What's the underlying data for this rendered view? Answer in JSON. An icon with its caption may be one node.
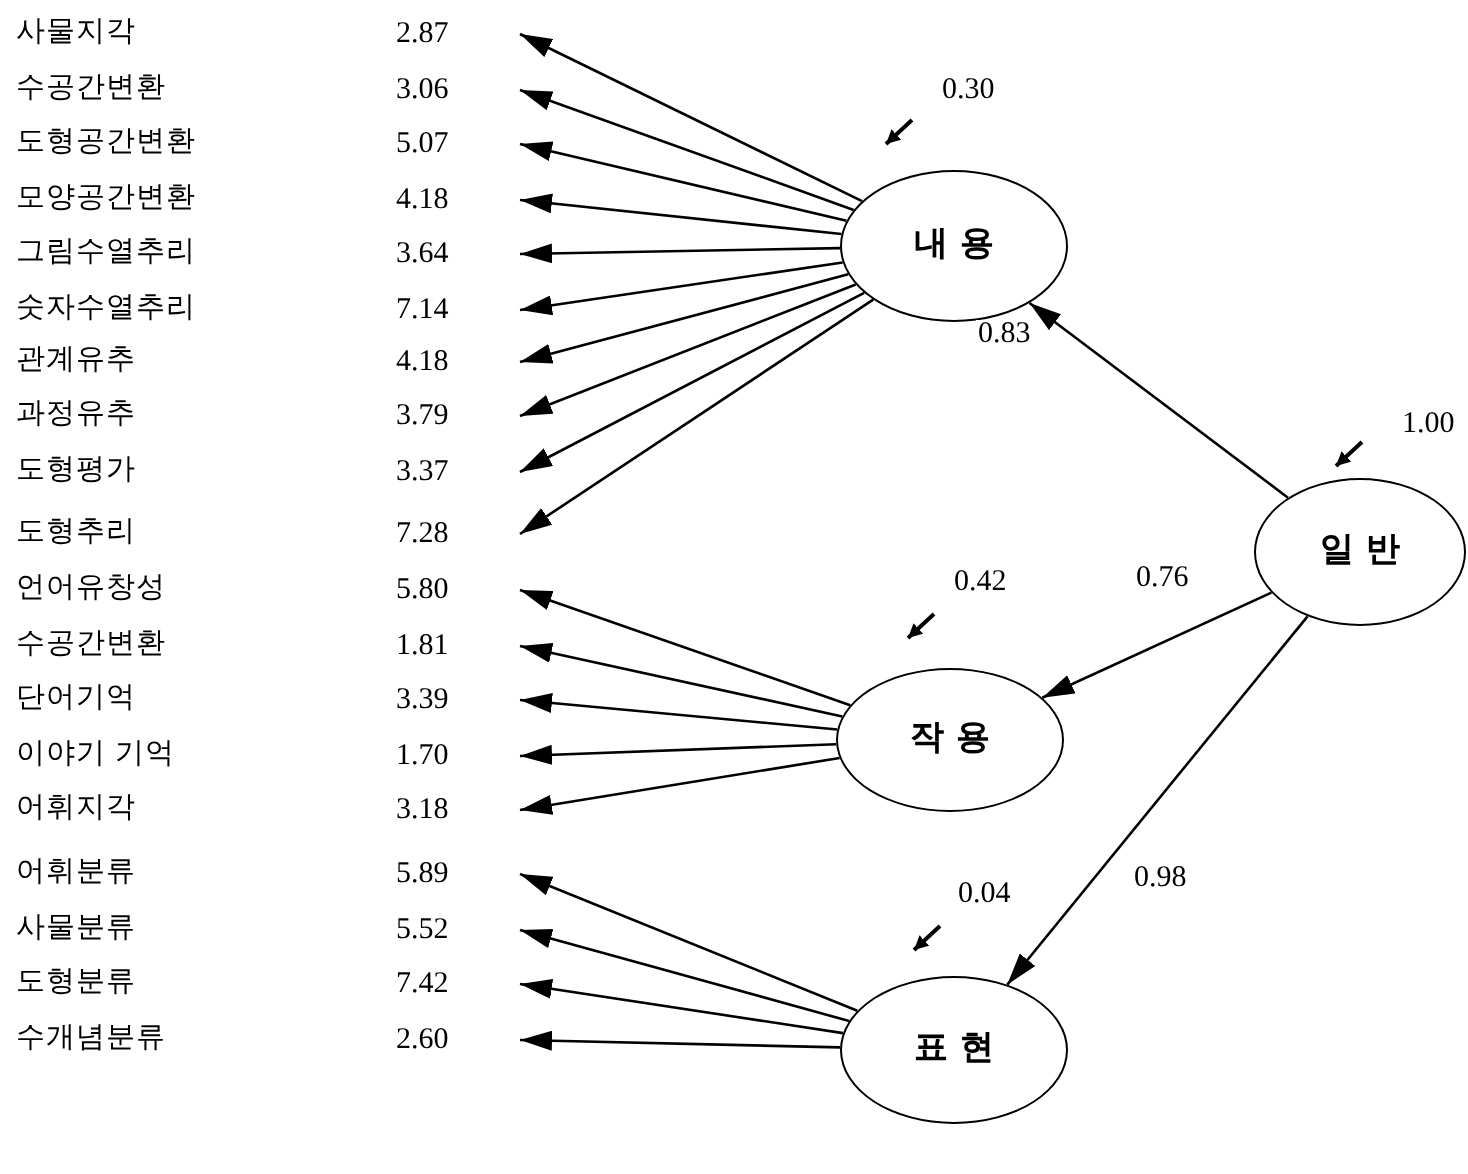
{
  "diagram": {
    "nodes": [
      {
        "text": [
          "사물지각"
        ],
        "beside": [
          "2.87"
        ]
      },
      {
        "text": [
          "수공간변환"
        ],
        "beside": [
          "3.06"
        ]
      },
      {
        "text": [
          "도형공간변환"
        ],
        "beside": [
          "5.07"
        ]
      },
      {
        "text": [
          "모양공간변환"
        ],
        "beside": [
          "4.18"
        ]
      },
      {
        "text": [
          "그림수열추리"
        ],
        "beside": [
          "3.64"
        ]
      },
      {
        "text": [
          "숫자수열추리"
        ],
        "beside": [
          "7.14"
        ]
      },
      {
        "text": [
          "관계유추"
        ],
        "beside": [
          "4.18"
        ]
      },
      {
        "text": [
          "과정유추"
        ],
        "beside": [
          "3.79"
        ]
      },
      {
        "text": [
          "도형평가"
        ],
        "beside": [
          "3.37"
        ]
      },
      {
        "text": [
          "도형추리"
        ],
        "beside": [
          "7.28"
        ]
      },
      {
        "text": [
          "언어유창성"
        ],
        "beside": [
          "5.80"
        ]
      },
      {
        "text": [
          "수공간변환"
        ],
        "beside": [
          "1.81"
        ]
      },
      {
        "text": [
          "단어기억"
        ],
        "beside": [
          "3.39"
        ]
      },
      {
        "text": [
          "이야기 기억"
        ],
        "beside": [
          "1.70"
        ]
      },
      {
        "text": [
          "어휘지각"
        ],
        "beside": [
          "3.18"
        ]
      },
      {
        "text": [
          "어휘분류"
        ],
        "beside": [
          "5.89"
        ]
      },
      {
        "text": [
          "사물분류"
        ],
        "beside": [
          "5.52"
        ]
      },
      {
        "text": [
          "도형분류"
        ],
        "beside": [
          "7.42"
        ]
      },
      {
        "text": [
          "수개념분류"
        ],
        "beside": [
          "2.60"
        ]
      },
      {
        "text": [
          "내 용"
        ]
      },
      {
        "text": [
          "작 용"
        ]
      },
      {
        "text": [
          "표 현"
        ]
      },
      {
        "text": [
          "일 반"
        ]
      }
    ],
    "edges": [
      {
        "from": 19,
        "to": 0,
        "arrow": "to"
      },
      {
        "from": 19,
        "to": 1,
        "arrow": "to"
      },
      {
        "from": 19,
        "to": 2,
        "arrow": "to"
      },
      {
        "from": 19,
        "to": 3,
        "arrow": "to"
      },
      {
        "from": 19,
        "to": 4,
        "arrow": "to"
      },
      {
        "from": 19,
        "to": 5,
        "arrow": "to"
      },
      {
        "from": 19,
        "to": 6,
        "arrow": "to"
      },
      {
        "from": 19,
        "to": 7,
        "arrow": "to"
      },
      {
        "from": 19,
        "to": 8,
        "arrow": "to"
      },
      {
        "from": 19,
        "to": 9,
        "arrow": "to"
      },
      {
        "from": 20,
        "to": 10,
        "arrow": "to"
      },
      {
        "from": 20,
        "to": 11,
        "arrow": "to"
      },
      {
        "from": 20,
        "to": 12,
        "arrow": "to"
      },
      {
        "from": 20,
        "to": 13,
        "arrow": "to"
      },
      {
        "from": 20,
        "to": 14,
        "arrow": "to"
      },
      {
        "from": 21,
        "to": 15,
        "arrow": "to"
      },
      {
        "from": 21,
        "to": 16,
        "arrow": "to"
      },
      {
        "from": 21,
        "to": 17,
        "arrow": "to"
      },
      {
        "from": 21,
        "to": 18,
        "arrow": "to"
      },
      {
        "from": 22,
        "to": 19,
        "arrow": "to",
        "label": "0.83"
      },
      {
        "from": 22,
        "to": 20,
        "arrow": "to",
        "label": "0.76"
      },
      {
        "from": 22,
        "to": 21,
        "arrow": "to",
        "label": "0.98"
      },
      {
        "from": null,
        "to": 19,
        "arrow": "to",
        "label": "0.30"
      },
      {
        "from": null,
        "to": 20,
        "arrow": "to",
        "label": "0.42"
      },
      {
        "from": null,
        "to": 21,
        "arrow": "to",
        "label": "0.04"
      },
      {
        "from": null,
        "to": 22,
        "arrow": "to",
        "label": "1.00"
      }
    ]
  }
}
